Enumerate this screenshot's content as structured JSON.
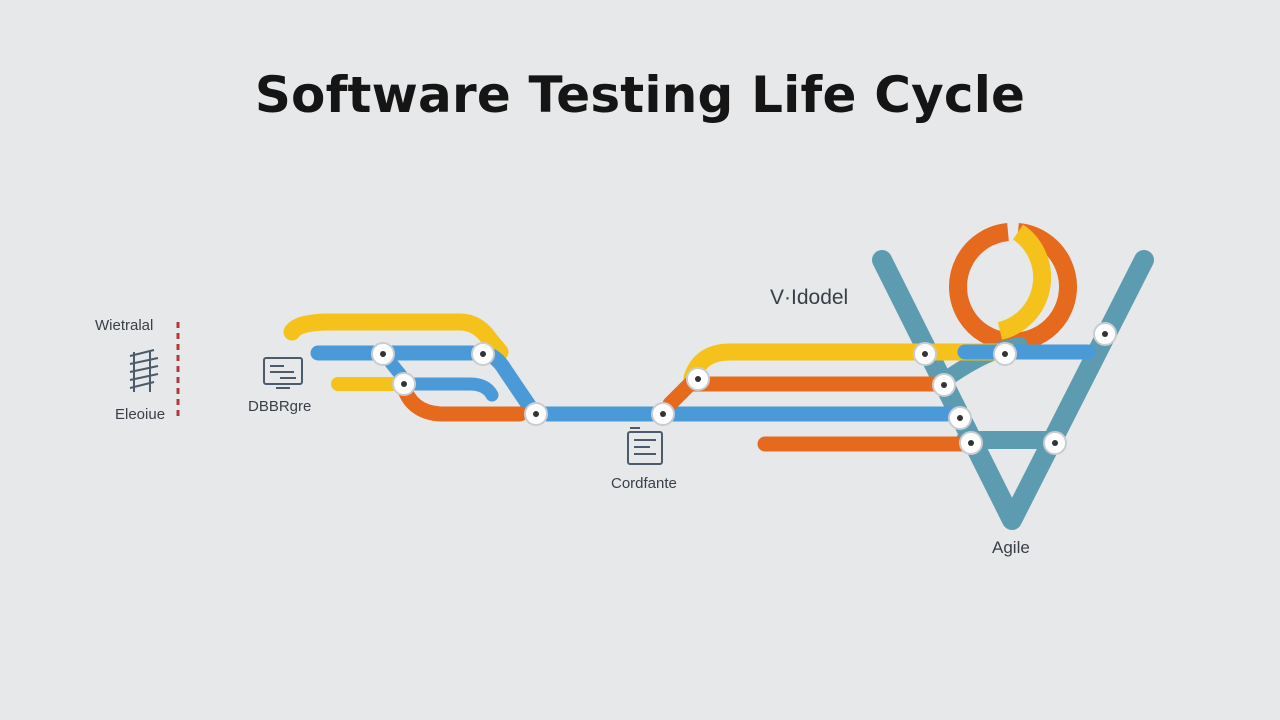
{
  "title": "Software Testing Life Cycle",
  "labels": {
    "waterfall_top": "Wietralal",
    "waterfall_bottom": "Eleoiue",
    "stage_a": "DBBRgre",
    "stage_b": "Cordfante",
    "vmodel": "V·Idodel",
    "agile": "Agile"
  },
  "colors": {
    "yellow": "#f5c21b",
    "blue": "#4a9ad8",
    "orange": "#e66a1e",
    "teal": "#5d9bb0",
    "background": "#e7e8e9"
  },
  "icons": [
    "stack-icon",
    "monitor-icon",
    "document-icon",
    "dashed-divider-icon",
    "cycle-ring-icon"
  ]
}
